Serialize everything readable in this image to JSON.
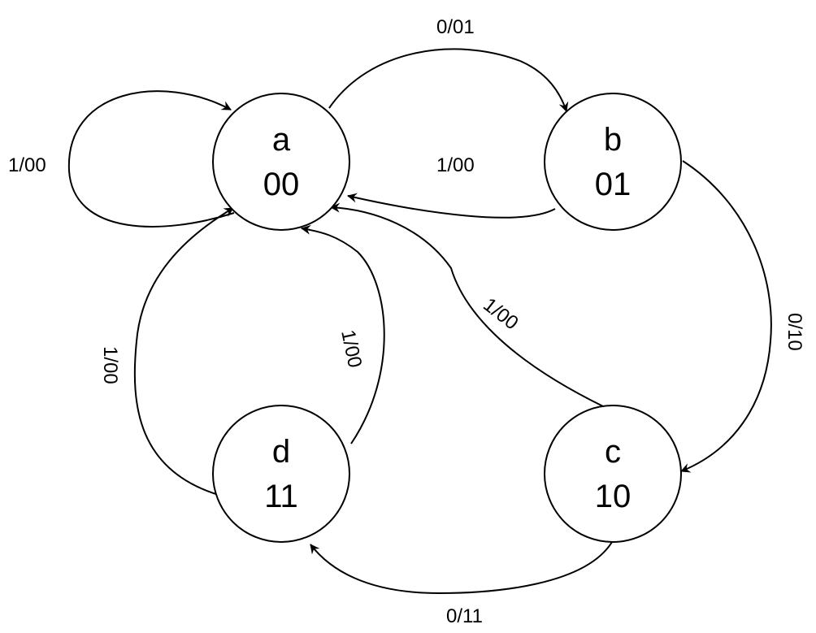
{
  "states": [
    {
      "id": "a",
      "name": "a",
      "code": "00"
    },
    {
      "id": "b",
      "name": "b",
      "code": "01"
    },
    {
      "id": "c",
      "name": "c",
      "code": "10"
    },
    {
      "id": "d",
      "name": "d",
      "code": "11"
    }
  ],
  "transitions": [
    {
      "id": "a-a",
      "from": "a",
      "to": "a",
      "label": "1/00"
    },
    {
      "id": "a-b",
      "from": "a",
      "to": "b",
      "label": "0/01"
    },
    {
      "id": "b-a",
      "from": "b",
      "to": "a",
      "label": "1/00"
    },
    {
      "id": "b-c",
      "from": "b",
      "to": "c",
      "label": "0/10"
    },
    {
      "id": "c-a",
      "from": "c",
      "to": "a",
      "label": "1/00"
    },
    {
      "id": "c-d",
      "from": "c",
      "to": "d",
      "label": "0/11"
    },
    {
      "id": "d-a-inner",
      "from": "d",
      "to": "a",
      "label": "1/00"
    },
    {
      "id": "d-a-outer",
      "from": "d",
      "to": "a",
      "label": "1/00"
    }
  ],
  "colors": {
    "stroke": "#000000",
    "fill": "#ffffff"
  }
}
